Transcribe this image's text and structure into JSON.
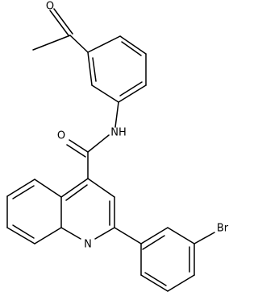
{
  "structure": {
    "labels": {
      "carbonyl_oxygen_top": "O",
      "amide_oxygen": "O",
      "amide_nitrogen": "NH",
      "quinoline_nitrogen": "N",
      "bromine": "Br"
    },
    "colors": {
      "bond": "#000000",
      "text": "#000000",
      "background": "#ffffff"
    }
  }
}
